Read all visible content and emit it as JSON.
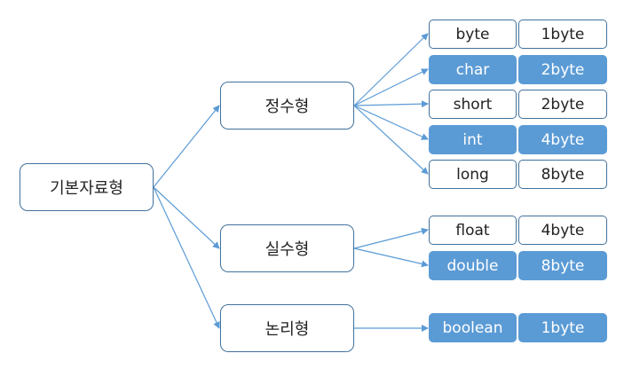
{
  "root": {
    "label": "기본자료형"
  },
  "groups": [
    {
      "label": "정수형",
      "types": [
        {
          "name": "byte",
          "size": "1byte",
          "highlight": false
        },
        {
          "name": "char",
          "size": "2byte",
          "highlight": true
        },
        {
          "name": "short",
          "size": "2byte",
          "highlight": false
        },
        {
          "name": "int",
          "size": "4byte",
          "highlight": true
        },
        {
          "name": "long",
          "size": "8byte",
          "highlight": false
        }
      ]
    },
    {
      "label": "실수형",
      "types": [
        {
          "name": "float",
          "size": "4byte",
          "highlight": false
        },
        {
          "name": "double",
          "size": "8byte",
          "highlight": true
        }
      ]
    },
    {
      "label": "논리형",
      "types": [
        {
          "name": "boolean",
          "size": "1byte",
          "highlight": true
        }
      ]
    }
  ],
  "colors": {
    "line": "#5b9bd5",
    "border": "#41719c",
    "fill": "#5b9bd5"
  }
}
